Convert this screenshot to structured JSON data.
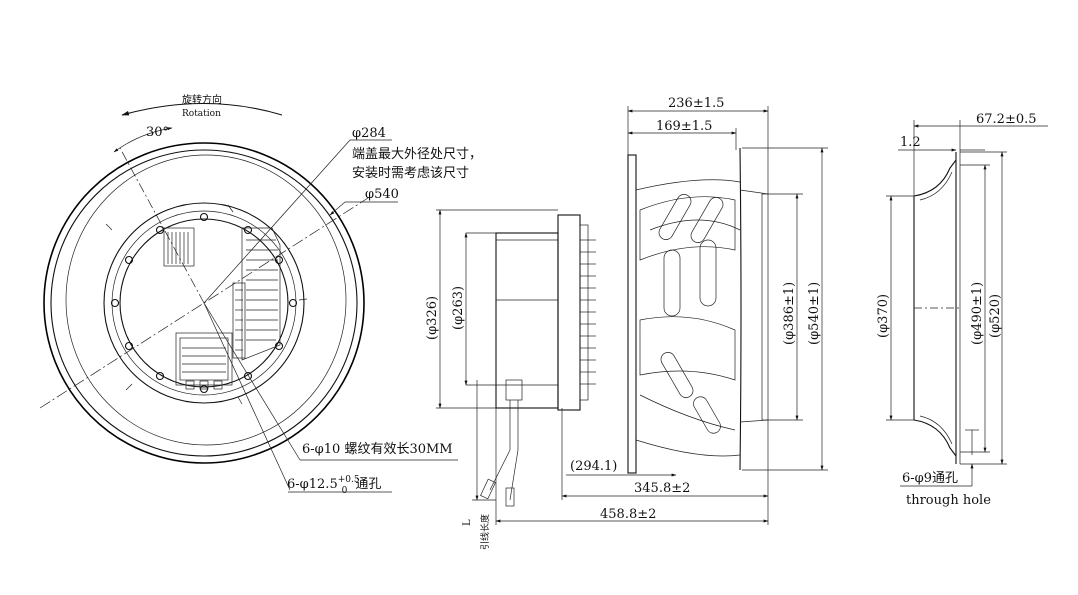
{
  "rotation": {
    "cn": "旋转方向",
    "en": "Rotation",
    "angle": "30°"
  },
  "front_view": {
    "d284": "φ284",
    "note_line1": "端盖最大外径处尺寸，",
    "note_line2": "安装时需考虑该尺寸",
    "d540": "φ540",
    "thread_holes": "6-φ10 螺纹有效长30MM",
    "holes_main": "6-φ12.5",
    "holes_tol_upper": "+0.5",
    "holes_tol_lower": "0",
    "holes_suffix": "通孔"
  },
  "side_view": {
    "dim_236": "236±1.5",
    "dim_169": "169±1.5",
    "d326": "(φ326)",
    "d263": "(φ263)",
    "d386": "(φ386±1)",
    "d540": "(φ540±1)",
    "dim_294": "(294.1)",
    "dim_345": "345.8±2",
    "dim_458": "458.8±2",
    "cable_L": "L",
    "cable_label": "引线长度"
  },
  "ring_view": {
    "dim_67": "67.2±0.5",
    "dim_1_2": "1.2",
    "d370": "(φ370)",
    "d490": "(φ490±1)",
    "d520": "(φ520)",
    "holes": "6-φ9通孔",
    "holes_en": "through hole"
  }
}
